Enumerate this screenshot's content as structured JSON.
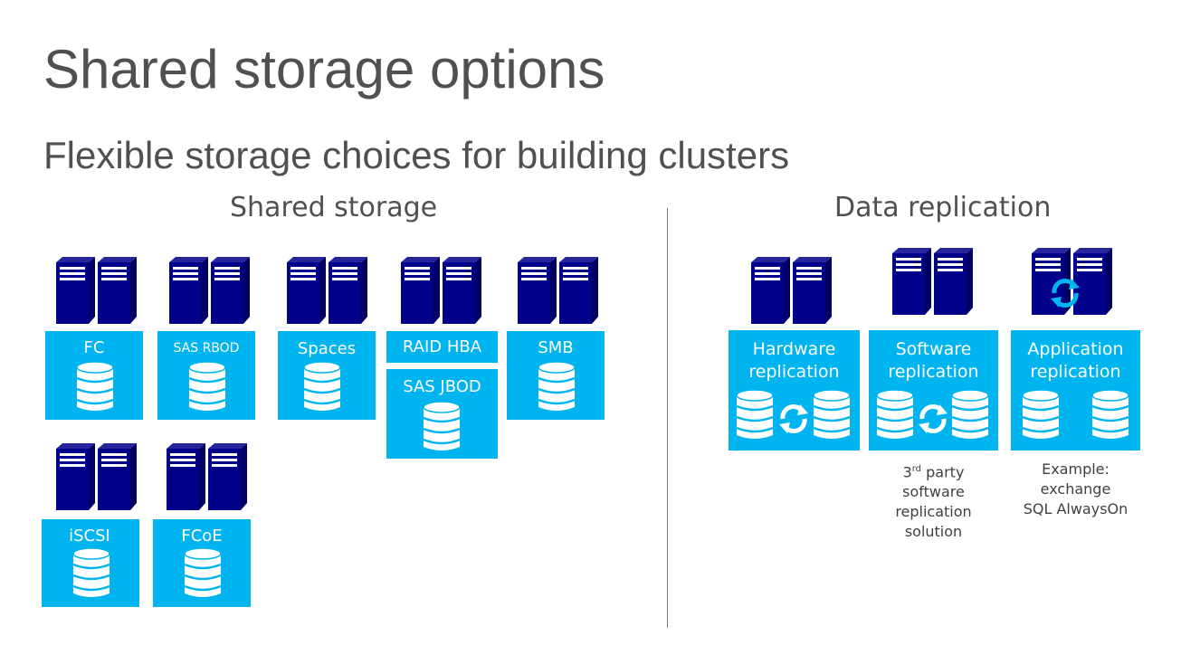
{
  "slide": {
    "title": "Shared storage options",
    "subtitle": "Flexible storage choices for building clusters"
  },
  "sections": {
    "shared_storage": "Shared storage",
    "data_replication": "Data replication"
  },
  "shared_storage": {
    "fc": "FC",
    "sas_rbod": "SAS RBOD",
    "spaces": "Spaces",
    "raid_hba": "RAID HBA",
    "sas_jbod": "SAS JBOD",
    "smb": "SMB",
    "iscsi": "iSCSI",
    "fcoe": "FCoE"
  },
  "data_replication": {
    "hardware": {
      "line1": "Hardware",
      "line2": "replication"
    },
    "software": {
      "line1": "Software",
      "line2": "replication"
    },
    "application": {
      "line1": "Application",
      "line2": "replication"
    },
    "software_note": {
      "num": "3",
      "sup": "rd",
      "rest": " party",
      "line2": "software",
      "line3": "replication",
      "line4": "solution"
    },
    "application_note": {
      "line1": "Example:",
      "line2": "exchange",
      "line3": "SQL AlwaysOn"
    }
  },
  "colors": {
    "server": "#00008b",
    "storage_box": "#00b4ef",
    "text": "#505050"
  },
  "icons": [
    "server-icon",
    "database-icon",
    "sync-icon"
  ]
}
